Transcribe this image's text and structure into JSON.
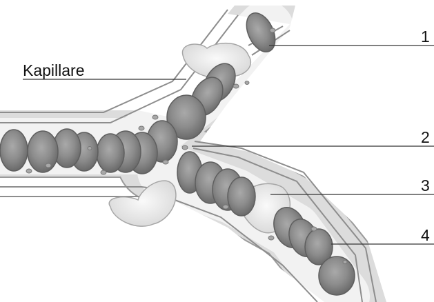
{
  "diagram": {
    "labels": {
      "term": "Kapillare",
      "n1": "1",
      "n2": "2",
      "n3": "3",
      "n4": "4"
    },
    "colors": {
      "background": "#ffffff",
      "wall_fill": "#dcdcdc",
      "wall_stroke": "#9a9a9a",
      "lumen": "#f2f2f2",
      "red_cell_fill": "#8f8f8f",
      "red_cell_stroke": "#5e5e5e",
      "white_cell_fill": "#ededed",
      "platelet": "#a8a8a8",
      "leader_line": "#333333"
    }
  }
}
